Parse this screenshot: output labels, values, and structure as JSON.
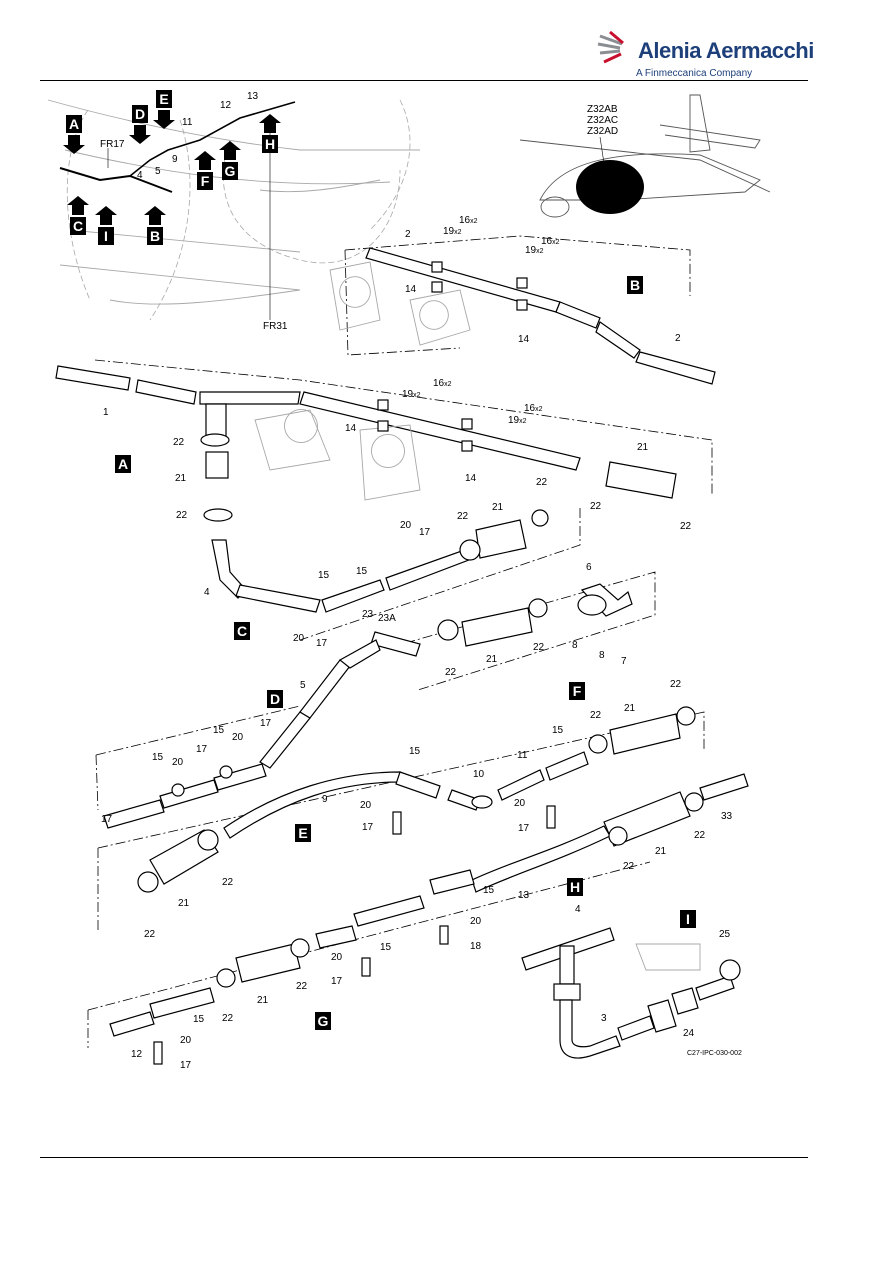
{
  "header": {
    "brand": "Alenia Aermacchi",
    "tagline": "A Finmeccanica Company"
  },
  "figure": {
    "zone_codes": [
      "Z32AB",
      "Z32AC",
      "Z32AD"
    ],
    "reference": "C27-IPC-030-002",
    "frames": [
      "FR17",
      "FR31"
    ],
    "view_letters": [
      "A",
      "B",
      "C",
      "D",
      "E",
      "F",
      "G",
      "H",
      "I"
    ],
    "item_labels": [
      "1",
      "2",
      "3",
      "4",
      "5",
      "6",
      "7",
      "8",
      "9",
      "10",
      "11",
      "12",
      "13",
      "14",
      "15",
      "16",
      "17",
      "18",
      "19",
      "20",
      "21",
      "22",
      "23",
      "23A",
      "24",
      "25",
      "33"
    ],
    "qty_mark": "x2"
  },
  "colors": {
    "brand_blue": "#1d3f7a",
    "logo_red": "#c8102e",
    "logo_gray": "#8a8d91"
  }
}
